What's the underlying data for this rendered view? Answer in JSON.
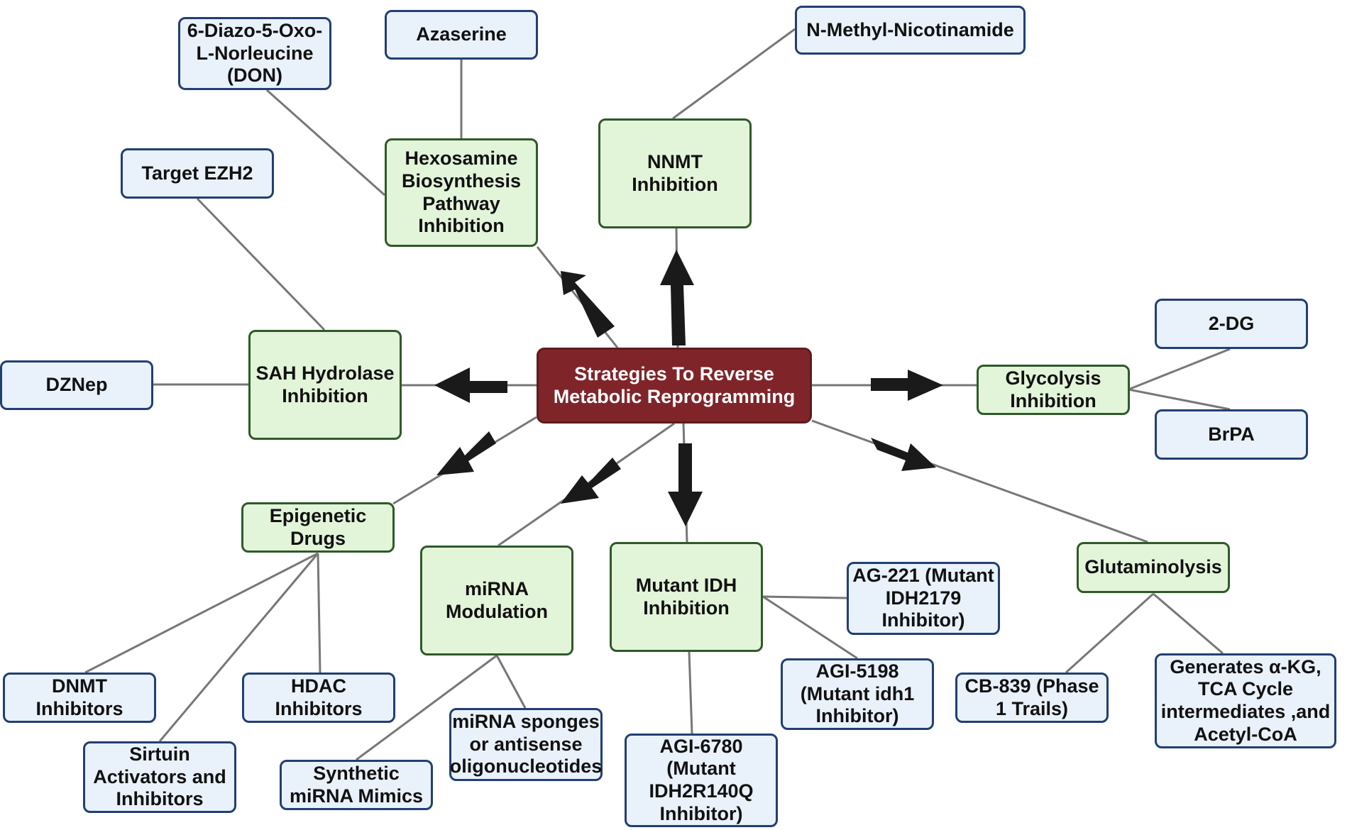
{
  "center": {
    "label": "Strategies To Reverse\nMetabolic Reprogramming"
  },
  "strategies": {
    "hexosamine": "Hexosamine\nBiosynthesis\nPathway\nInhibition",
    "nnmt": "NNMT Inhibition",
    "sah": "SAH Hydrolase\nInhibition",
    "glycolysis": "Glycolysis\nInhibition",
    "epigenetic": "Epigenetic\nDrugs",
    "mirna": "miRNA\nModulation",
    "mutant_idh": "Mutant IDH\nInhibition",
    "glutaminolysis": "Glutaminolysis"
  },
  "agents": {
    "don": "6-Diazo-5-Oxo-\nL-Norleucine\n(DON)",
    "azaserine": "Azaserine",
    "nmn": "N-Methyl-Nicotinamide",
    "ezh2": "Target EZH2",
    "dznep": "DZNep",
    "two_dg": "2-DG",
    "brpa": "BrPA",
    "dnmt": "DNMT Inhibitors",
    "hdac": "HDAC Inhibitors",
    "sirtuin": "Sirtuin\nActivators and\nInhibitors",
    "synthetic_mirna": "Synthetic\nmiRNA Mimics",
    "mirna_sponges": "miRNA sponges\nor antisense\noligonucleotides",
    "ag221": "AG-221 (Mutant\nIDH2179\nInhibitor)",
    "agi5198": "AGI-5198\n(Mutant idh1\nInhibitor)",
    "agi6780": "AGI-6780\n(Mutant\nIDH2R140Q\nInhibitor)",
    "cb839": "CB-839 (Phase\n1 Trails)",
    "alpha_kg": "Generates α-KG,\nTCA Cycle\nintermediates ,and\nAcetyl-CoA"
  },
  "colors": {
    "central_fill": "#7f2529",
    "strategy_fill": "#e3f5d9",
    "strategy_border": "#2e5a2a",
    "agent_fill": "#e9f1fb",
    "agent_border": "#213f73",
    "connector": "#777777",
    "arrow": "#1a1a1a"
  }
}
